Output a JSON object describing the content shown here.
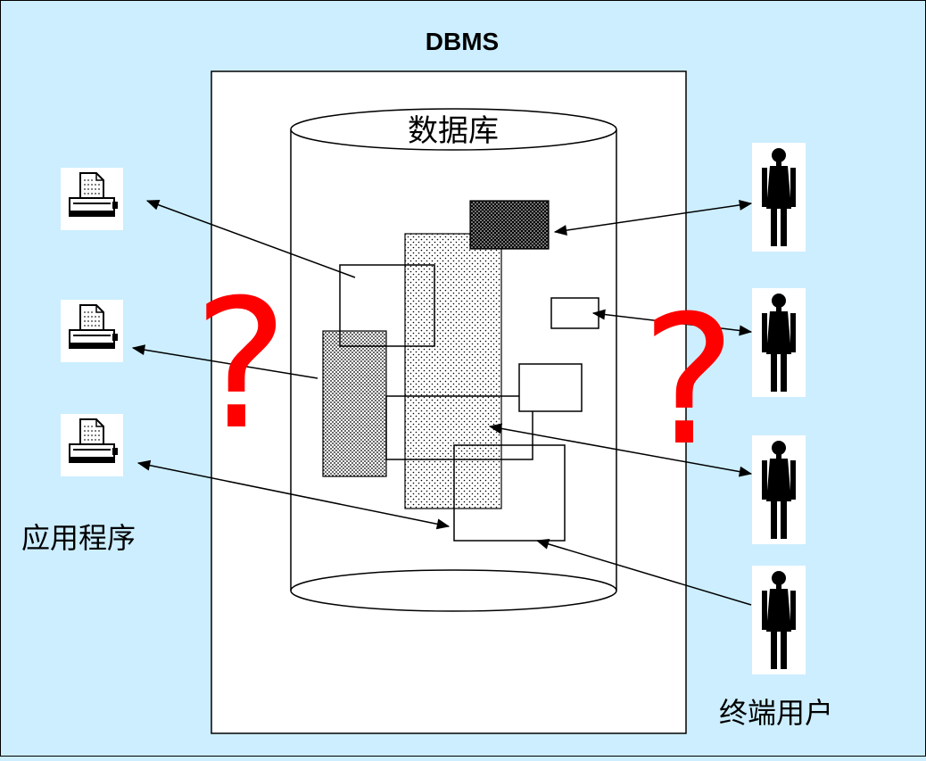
{
  "diagram": {
    "title": "DBMS",
    "database_label": "数据库",
    "apps_label": "应用程序",
    "users_label": "终端用户",
    "question_mark": "?",
    "colors": {
      "background": "#cceeff",
      "question": "#ff0000",
      "stroke": "#000000",
      "panel": "#ffffff"
    },
    "icons": {
      "printer": "printer-icon",
      "user": "person-icon"
    }
  }
}
